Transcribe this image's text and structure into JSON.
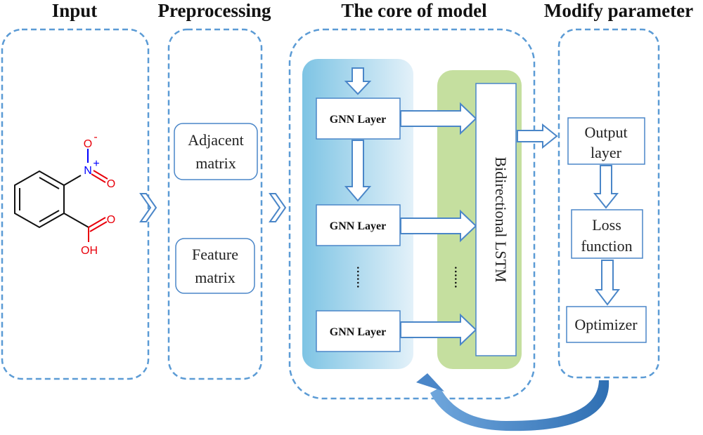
{
  "headers": {
    "input": "Input",
    "preprocessing": "Preprocessing",
    "core": "The core of model",
    "modify": "Modify parameter"
  },
  "molecule": {
    "nitrogen": "N",
    "nitrogen_charge": "+",
    "oxygen_top": "O",
    "oxygen_top_charge": "-",
    "oxygen_side": "O",
    "oxygen_carbonyl": "O",
    "hydroxyl": "OH"
  },
  "preprocessing": {
    "adjacent": [
      "Adjacent",
      "matrix"
    ],
    "feature": [
      "Feature",
      "matrix"
    ]
  },
  "core": {
    "gnn_layers": [
      "GNN Layer",
      "GNN Layer",
      "GNN Layer"
    ],
    "lstm_label": "Bidirectional LSTM",
    "ellipsis": "……"
  },
  "modify": {
    "output": [
      "Output",
      "layer"
    ],
    "loss": [
      "Loss",
      "function"
    ],
    "optimizer": "Optimizer"
  },
  "colors": {
    "dashed_border": "#5b9bd5",
    "arrow_outline": "#4a86c8",
    "gnn_panel": "#7ec4e4",
    "lstm_panel": "#c5df9f",
    "molecule_oxygen": "#e8000b",
    "molecule_nitrogen": "#0000ff"
  }
}
